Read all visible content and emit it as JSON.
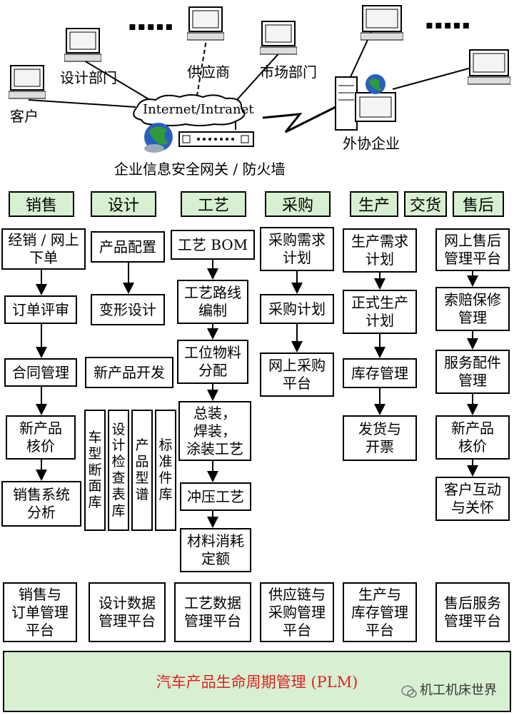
{
  "network": {
    "cloud_label": "Internet/Intranet",
    "gateway_label": "企业信息安全网关 / 防火墙",
    "nodes": [
      "客户",
      "设计部门",
      "供应商",
      "市场部门",
      "外协企业"
    ],
    "ellipsis": "▪▪▪▪▪"
  },
  "columns": [
    {
      "header": "销售",
      "items": [
        "经销 / 网上\n下单",
        "订单评审",
        "合同管理",
        "新产品\n核价",
        "销售系统\n分析"
      ],
      "platform": "销售与\n订单管理\n平台"
    },
    {
      "header": "设计",
      "items": [
        "产品配置",
        "变形设计",
        "新产品开发"
      ],
      "libraries": [
        "车\n型\n断\n面\n库",
        "设\n计\n检\n查\n表\n库",
        "产\n品\n型\n谱",
        "标\n准\n件\n库"
      ],
      "platform": "设计数据\n管理平台"
    },
    {
      "header": "工艺",
      "items": [
        "工艺 BOM",
        "工艺路线\n编制",
        "工位物料\n分配",
        "总装，\n焊装，\n涂装工艺",
        "冲压工艺",
        "材料消耗\n定额"
      ],
      "platform": "工艺数据\n管理平台"
    },
    {
      "header": "采购",
      "items": [
        "采购需求\n计划",
        "采购计划",
        "网上采购\n平台"
      ],
      "platform": "供应链与\n采购管理\n平台"
    },
    {
      "header": "生产",
      "items": [
        "生产需求\n计划",
        "正式生产\n计划",
        "库存管理",
        "发货与\n开票"
      ],
      "platform": "生产与\n库存管理\n平台"
    },
    {
      "header": "交货",
      "items": [],
      "platform": ""
    },
    {
      "header": "售后",
      "items": [
        "网上售后\n管理平台",
        "索赔保修\n管理",
        "服务配件\n管理",
        "新产品\n核价",
        "客户互动\n与关怀"
      ],
      "platform": "售后服务\n管理平台"
    }
  ],
  "plm_label": "汽车产品生命周期管理 (PLM)",
  "watermark": "机工机床世界",
  "colors": {
    "header_fill": "#d8f0d2",
    "plm_text": "#e02020",
    "globe_blue": "#2a5fbf",
    "globe_green": "#2f9a3a"
  }
}
